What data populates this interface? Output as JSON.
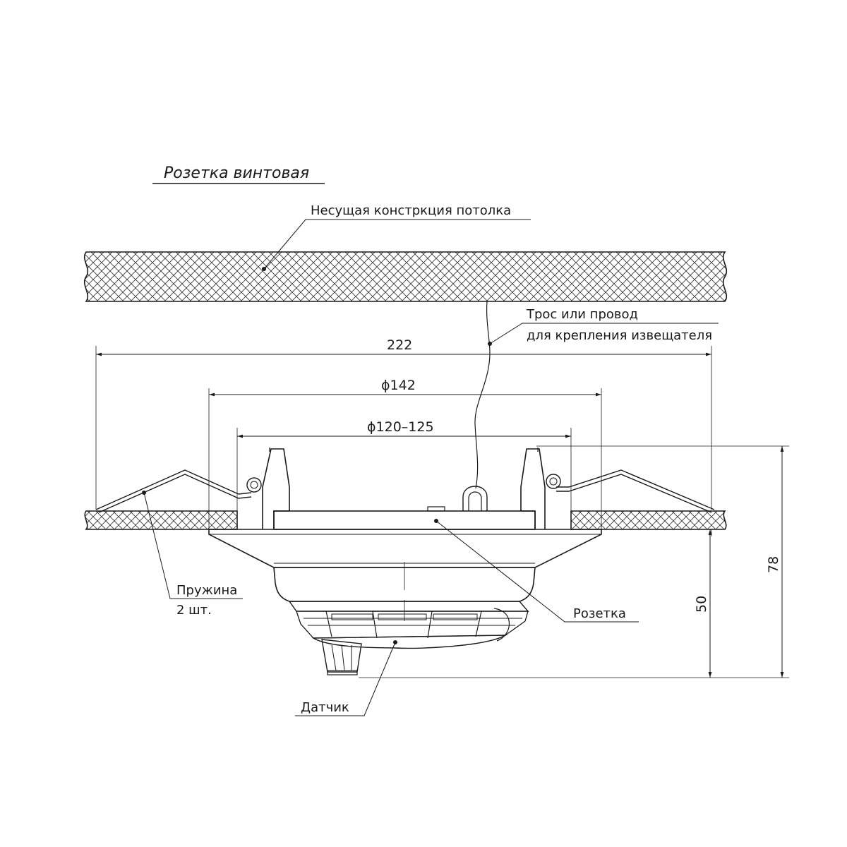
{
  "title": "Розетка винтовая",
  "labels": {
    "ceiling": "Несущая констркция потолка",
    "cable_line1": "Трос или провод",
    "cable_line2": "для крепления извещателя",
    "spring_line1": "Пружина",
    "spring_line2": "2 шт.",
    "socket": "Розетка",
    "sensor": "Датчик"
  },
  "dimensions": {
    "overall_width": "222",
    "diameter_outer": "ϕ142",
    "diameter_cutout": "ϕ120–125",
    "height_total": "78",
    "height_below": "50"
  },
  "colors": {
    "line": "#1a1a1a",
    "background": "#ffffff"
  }
}
